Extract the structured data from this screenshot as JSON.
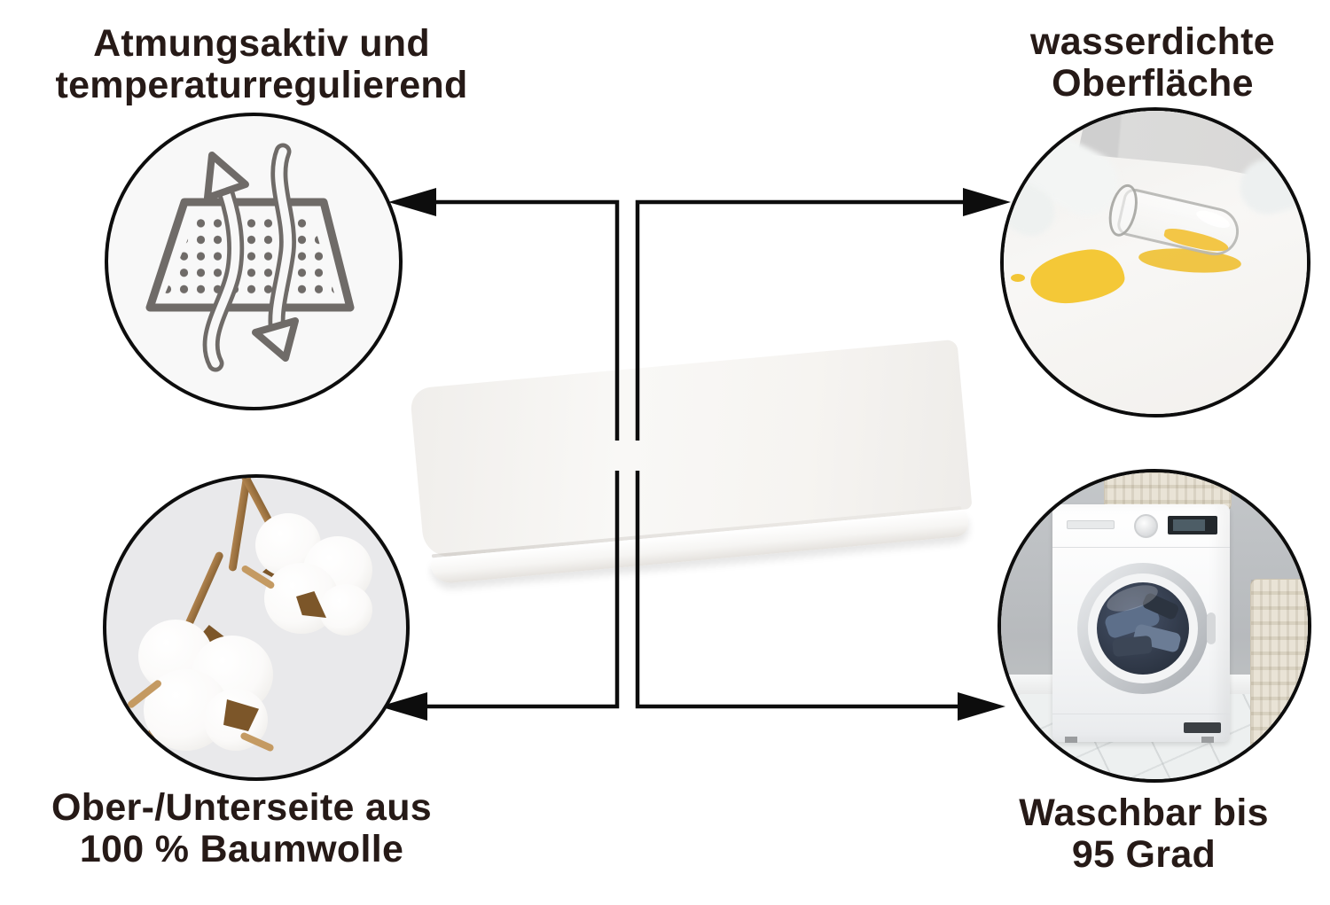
{
  "page": {
    "background": "#ffffff",
    "type": "product-feature-infographic"
  },
  "features": [
    {
      "id": "breathability",
      "position": "top-left",
      "label_line1": "Atmungsaktiv und",
      "label_line2": "temperaturregulierend",
      "icon": "breathable-mattress-icon"
    },
    {
      "id": "waterproof",
      "position": "top-right",
      "label_line1": "wasserdichte",
      "label_line2": "Oberfläche",
      "icon": "spilled-glass-photo"
    },
    {
      "id": "cotton",
      "position": "bottom-left",
      "label_line1": "Ober-/Unterseite aus",
      "label_line2": "100 % Baumwolle",
      "icon": "cotton-branch-photo"
    },
    {
      "id": "washable",
      "position": "bottom-right",
      "label_line1": "Waschbar bis",
      "label_line2": "95 Grad",
      "icon": "washing-machine-photo"
    }
  ],
  "center_product": {
    "name": "folded-mattress-protector"
  },
  "colors": {
    "text": "#261a17",
    "connector_line": "#0d0d0d",
    "icon_gray": "#6f6b68",
    "spill_yellow": "#f2c33c",
    "circle_border": "#0d0d0d"
  }
}
